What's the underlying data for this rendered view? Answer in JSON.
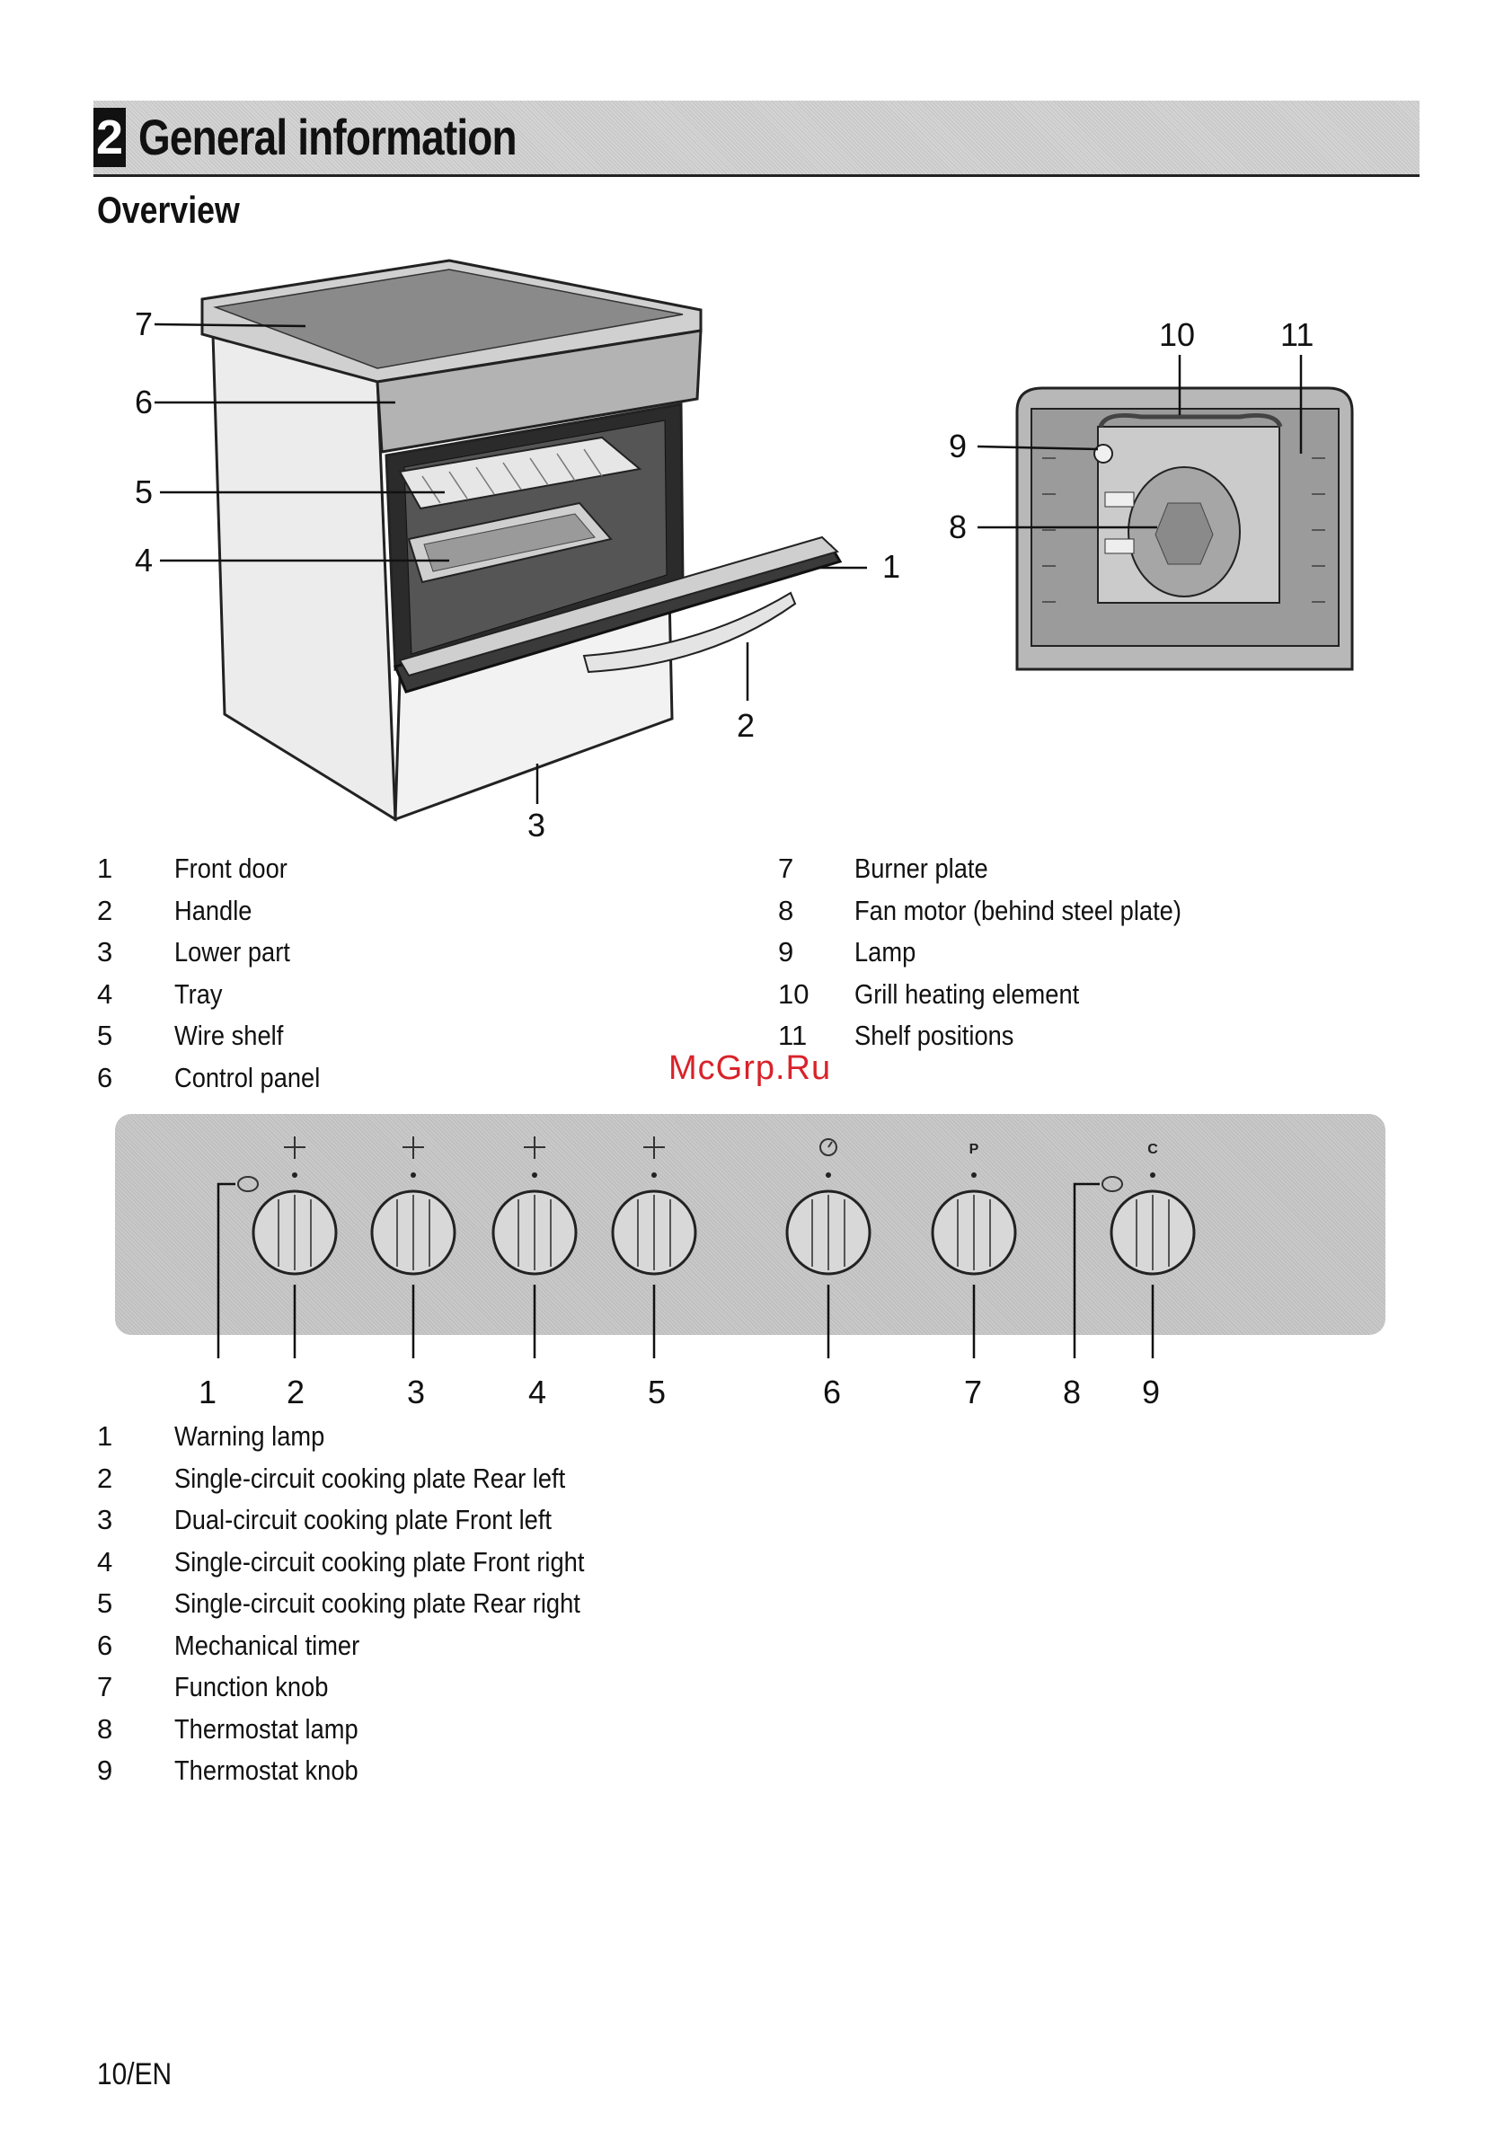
{
  "header": {
    "chapter_number": "2",
    "chapter_title": "General information"
  },
  "section": {
    "title": "Overview"
  },
  "oven_callouts": [
    "1",
    "2",
    "3",
    "4",
    "5",
    "6",
    "7"
  ],
  "interior_callouts": [
    "8",
    "9",
    "10",
    "11"
  ],
  "parts_left": [
    {
      "num": "1",
      "label": "Front door"
    },
    {
      "num": "2",
      "label": "Handle"
    },
    {
      "num": "3",
      "label": "Lower part"
    },
    {
      "num": "4",
      "label": "Tray"
    },
    {
      "num": "5",
      "label": "Wire shelf"
    },
    {
      "num": "6",
      "label": "Control panel"
    }
  ],
  "parts_right": [
    {
      "num": "7",
      "label": "Burner plate"
    },
    {
      "num": "8",
      "label": "Fan motor (behind steel plate)"
    },
    {
      "num": "9",
      "label": "Lamp"
    },
    {
      "num": "10",
      "label": "Grill heating element"
    },
    {
      "num": "11",
      "label": "Shelf positions"
    }
  ],
  "watermark": "McGrp.Ru",
  "panel_callouts": [
    "1",
    "2",
    "3",
    "4",
    "5",
    "6",
    "7",
    "8",
    "9"
  ],
  "panel_symbols": {
    "function": "P",
    "thermostat": "C"
  },
  "controls": [
    {
      "num": "1",
      "label": "Warning lamp"
    },
    {
      "num": "2",
      "label": "Single-circuit cooking plate Rear left"
    },
    {
      "num": "3",
      "label": "Dual-circuit cooking plate Front left"
    },
    {
      "num": "4",
      "label": "Single-circuit cooking plate Front right"
    },
    {
      "num": "5",
      "label": "Single-circuit cooking plate Rear right"
    },
    {
      "num": "6",
      "label": "Mechanical timer"
    },
    {
      "num": "7",
      "label": "Function knob"
    },
    {
      "num": "8",
      "label": "Thermostat lamp"
    },
    {
      "num": "9",
      "label": "Thermostat knob"
    }
  ],
  "footer": {
    "page": "10/EN"
  }
}
